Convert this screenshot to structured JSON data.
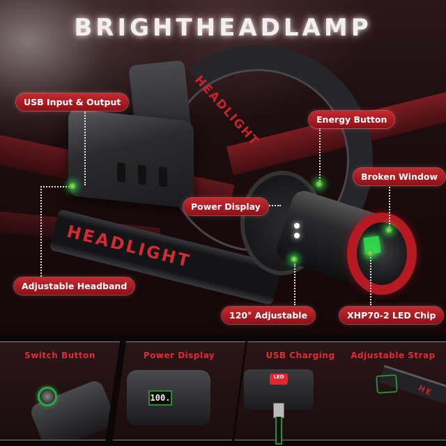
{
  "hero": {
    "title": "BRIGHTHEADLAMP",
    "band_text_top": "HEADLIGHT",
    "band_text_front": "HEADLIGHT",
    "accent_color": "#b51a22",
    "indicator_color": "#33d24b"
  },
  "callouts": [
    {
      "id": "usb-io",
      "label": "USB Input & Output"
    },
    {
      "id": "energy-button",
      "label": "Energy Button"
    },
    {
      "id": "broken-window",
      "label": "Broken Window"
    },
    {
      "id": "power-display",
      "label": "Power Display"
    },
    {
      "id": "adjustable-headband",
      "label": "Adjustable Headband"
    },
    {
      "id": "adjustable-120",
      "label": "120° Adjustable"
    },
    {
      "id": "led-chip",
      "label": "XHP70-2 LED Chip"
    }
  ],
  "panels": [
    {
      "title": "Switch Button"
    },
    {
      "title": "Power Display",
      "display_value": "100."
    },
    {
      "title": "USB Charging",
      "badge": "LED"
    },
    {
      "title": "Adjustable Strap",
      "strap_text": "HE"
    }
  ]
}
